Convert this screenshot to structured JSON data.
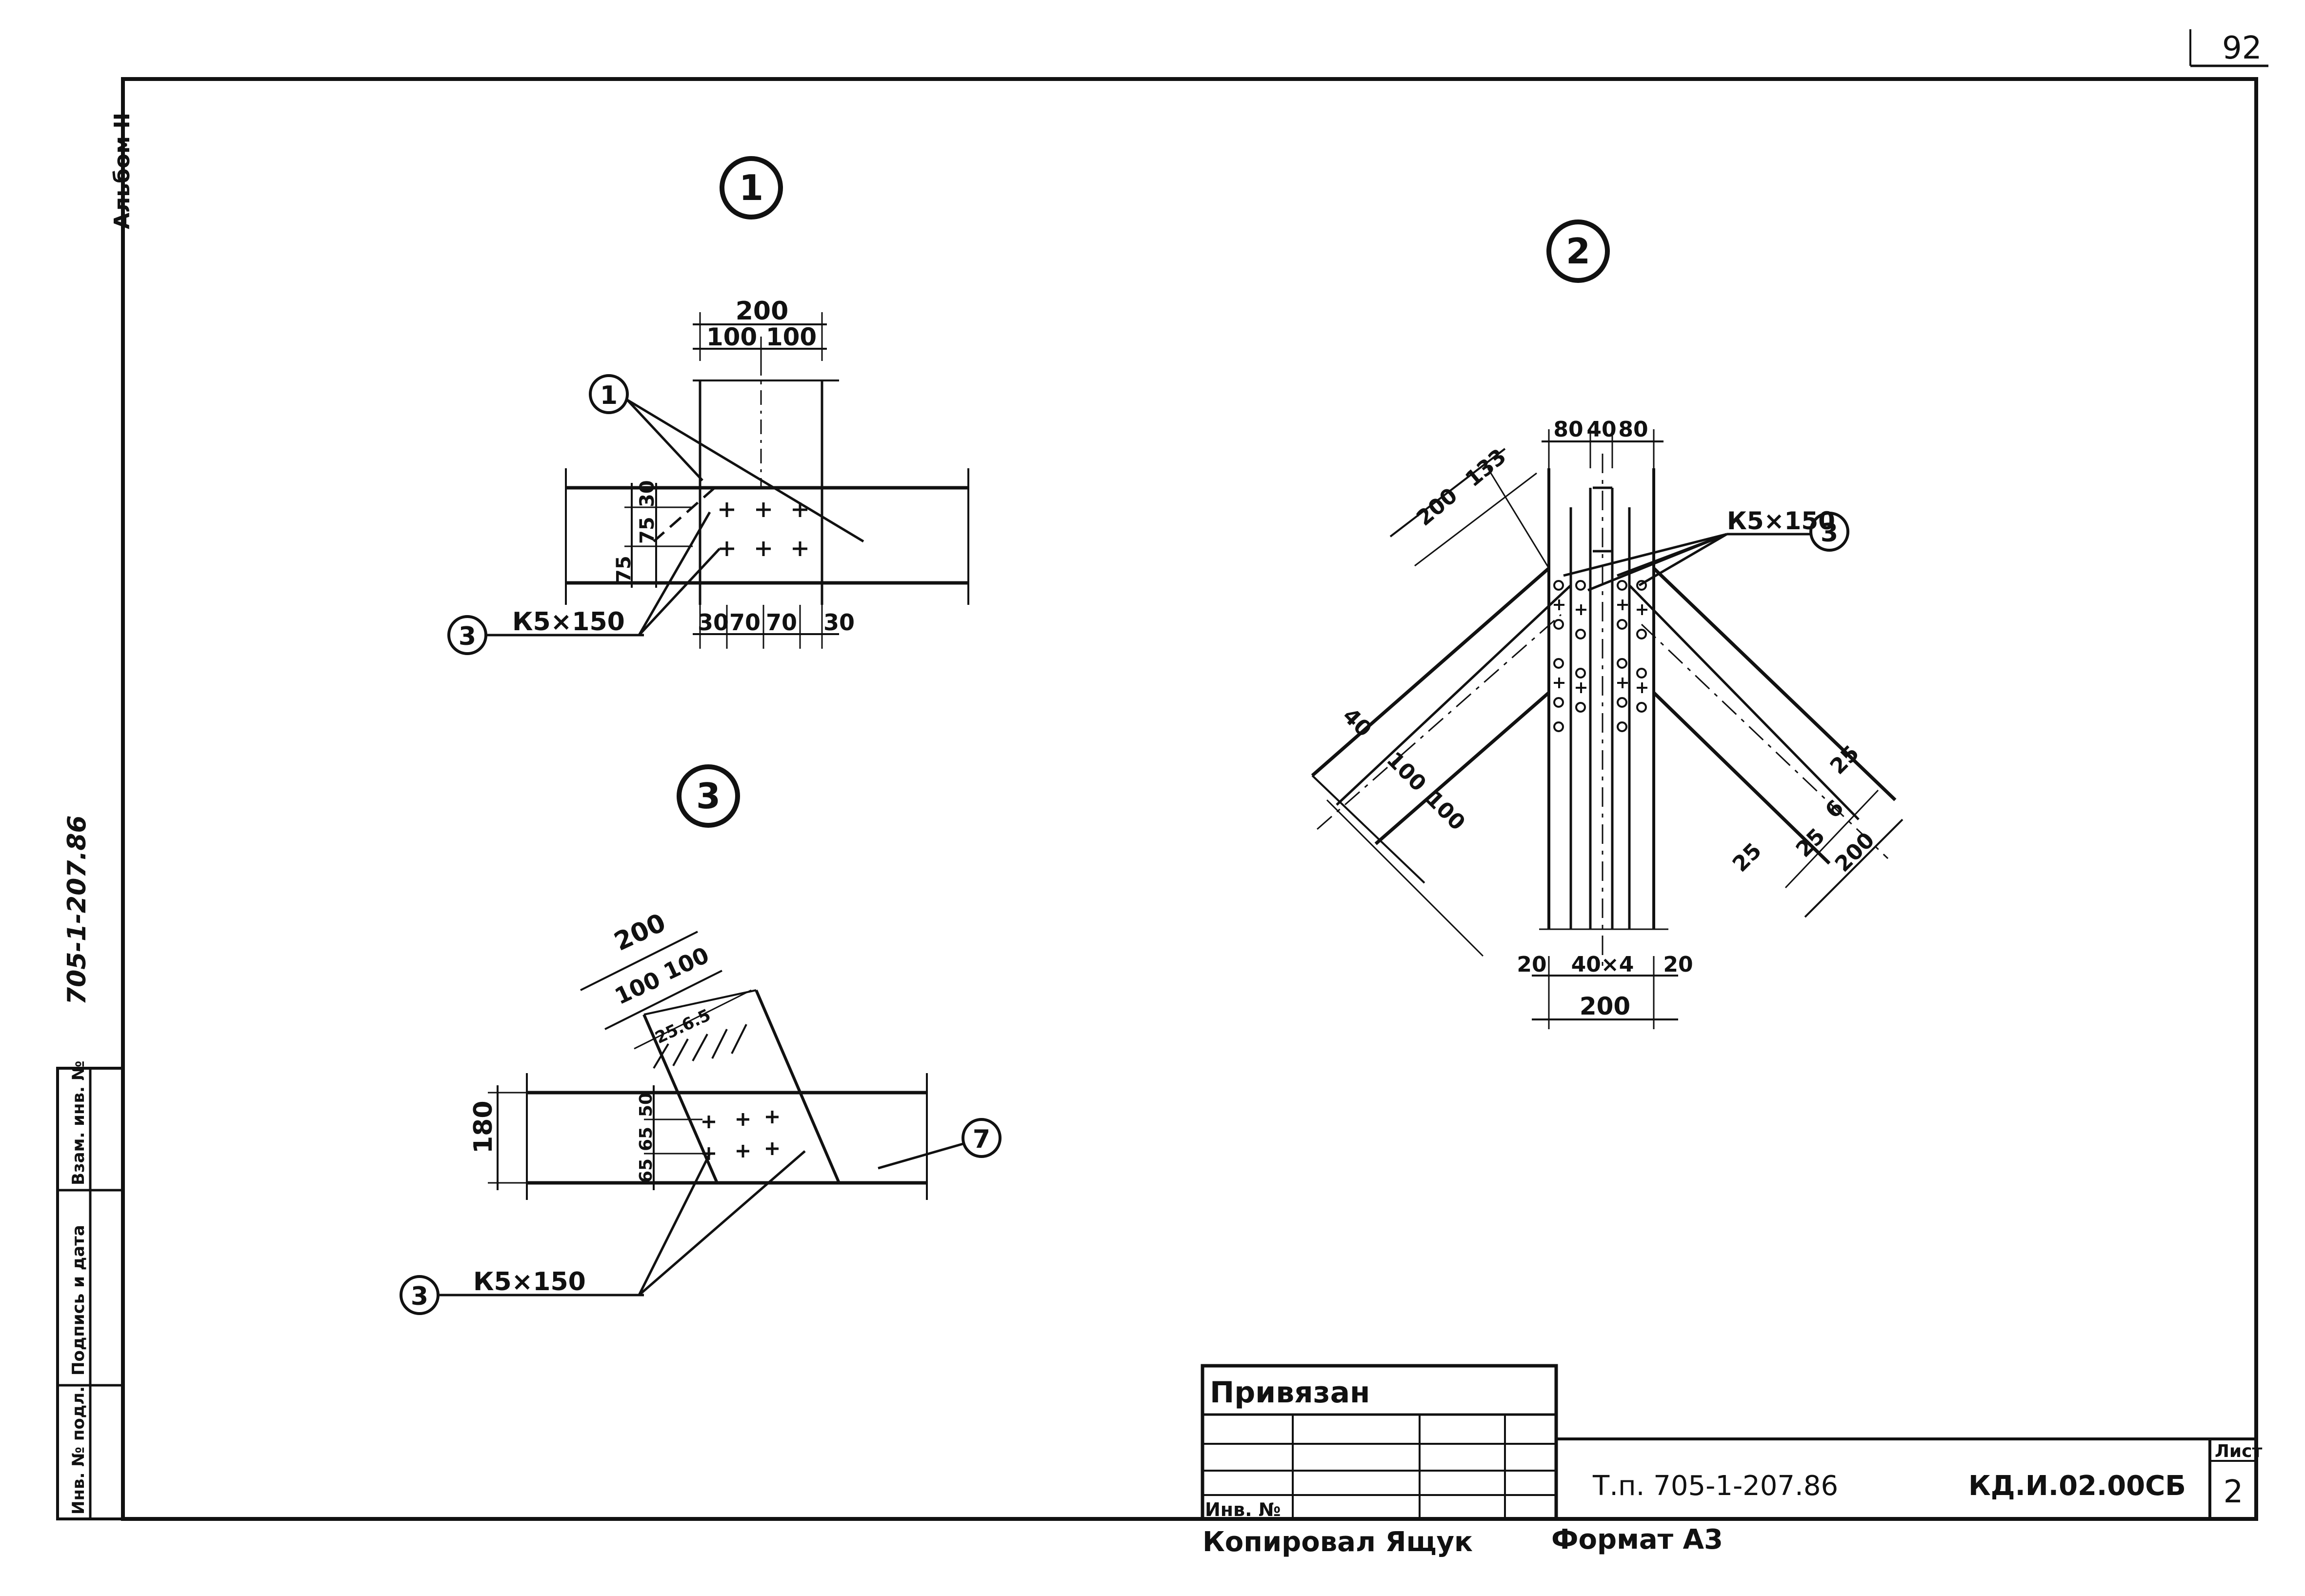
{
  "sheet": {
    "page_number": "92",
    "album_label": "Альбом II",
    "series_code": "705-1-207.86",
    "format_label": "Формат А3",
    "copied_by": "Копировал Ящук"
  },
  "side_stamp": {
    "inv_podl": "Инв. № подл.",
    "podpis_data": "Подпись и дата",
    "vzam_inv": "Взам. инв. №"
  },
  "title_block": {
    "privyazan": "Привязан",
    "inv_no": "Инв. №",
    "project": "Т.п. 705-1-207.86",
    "code": "КД.И.02.00СБ",
    "sheet_label": "Лист",
    "sheet_number": "2"
  },
  "detail1": {
    "marker": "1",
    "dim_200": "200",
    "dim_100a": "100",
    "dim_100b": "100",
    "dim_30": "30",
    "dim_75a": "75",
    "dim_75b": "75",
    "bottom_30a": "30",
    "bottom_70a": "70",
    "bottom_70b": "70",
    "bottom_30b": "30",
    "callout_1": "1",
    "callout_3": "3",
    "weld_label": "К5×150"
  },
  "detail2": {
    "marker": "2",
    "top_80a": "80",
    "top_40": "40",
    "top_80b": "80",
    "dim_200": "200",
    "dim_133": "133",
    "weld_label": "К5×150",
    "callout_3": "3",
    "left_40": "40",
    "left_100a": "100",
    "left_100b": "100",
    "right_25a": "25",
    "right_6": "6",
    "right_25b": "25",
    "right_25c": "25",
    "right_200": "200",
    "bottom_20a": "20",
    "bottom_40x4": "40×4",
    "bottom_20b": "20",
    "bottom_200": "200"
  },
  "detail3": {
    "marker": "3",
    "dim_200": "200",
    "dim_100a": "100",
    "dim_100b": "100",
    "dim_small": "25.6.5",
    "dim_180": "180",
    "dim_50": "50",
    "dim_65a": "65",
    "dim_65b": "65",
    "callout_7": "7",
    "callout_3": "3",
    "weld_label": "К5×150"
  }
}
